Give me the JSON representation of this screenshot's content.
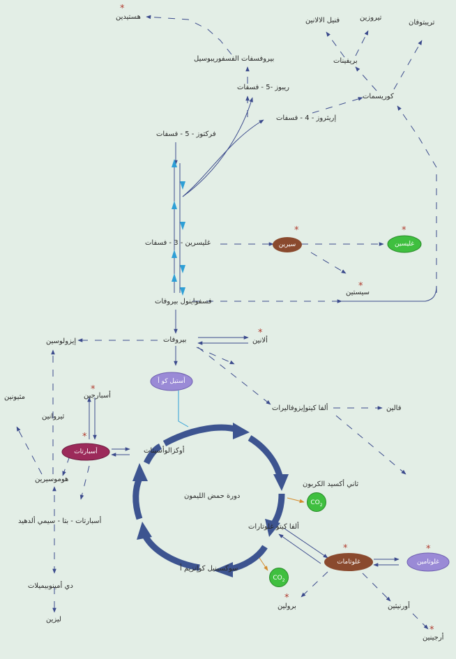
{
  "labels": {
    "histidine": "هستيدين",
    "prpp": "بيروفسفات الفسفوريبوسيل",
    "ribose5p": "ريبوز -5 - فسفات",
    "fructose6p": "فركتوز - 5 - فسفات",
    "erythrose4p": "إريثروز - 4 - فسفات",
    "chorismate": "كوريسمات",
    "prephenate": "بريفينات",
    "phenylalanine": "فنيل الالانين",
    "tyrosine": "تيروزين",
    "tryptophan": "تريبتوفان",
    "glycerate3p": "غليسرين - 3 - فسفات",
    "serine": "سيرين",
    "glycine": "غليسين",
    "cysteine": "سيستين",
    "pep": "فسفواينول بيروفات",
    "pyruvate": "بيروفات",
    "alanine": "ألانين",
    "isoleucine": "إيزولوسين",
    "acetylcoa": "أستيل كو أ",
    "ketoisovalerate": "ألفا كيتوإيزوفاليرات",
    "valine": "فالين",
    "methionine": "مثيونين",
    "asparagine": "أسبارجين",
    "threonine": "ثيروانين",
    "aspartate": "أسبارتات",
    "oxaloacetate": "أوكزالوأسيتات",
    "homoserine": "هوموسيرين",
    "tca": "دورة حمض الليمون",
    "co2_name": "ثاني أكسيد الكربون",
    "co2": "CO",
    "co2_sub": "2",
    "aspsemialdehyde": "أسبارتات - بتا - سيمي ألدهيد",
    "akg": "ألفا كيتو غلوتارات",
    "glutamate": "غلوتامات",
    "glutamine": "غلوتامين",
    "succinylcoa": "سوكسينيل كوإنزيم أ",
    "diaminopimelate": "دي أمينوبيميلات",
    "lysine": "ليزين",
    "proline": "برولين",
    "ornithine": "أورنيثين",
    "arginine": "أرجينين",
    "star": "*"
  },
  "colors": {
    "background": "#e3eee6",
    "arrow": "#3b4a8c",
    "tca_arrow": "#3d5490",
    "glycolysis_arrow": "#2e9fd6",
    "serine_node": "#8a4a2e",
    "glycine_node": "#3fbf3f",
    "acetylcoa_node": "#9a8ad6",
    "aspartate_node": "#9c2a5a",
    "glutamate_node": "#8a4a2e",
    "glutamine_node": "#9a8ad6",
    "co2_node": "#3fbf3f",
    "co2_arrow": "#d48a2a",
    "essential_star": "#b03a2e"
  }
}
